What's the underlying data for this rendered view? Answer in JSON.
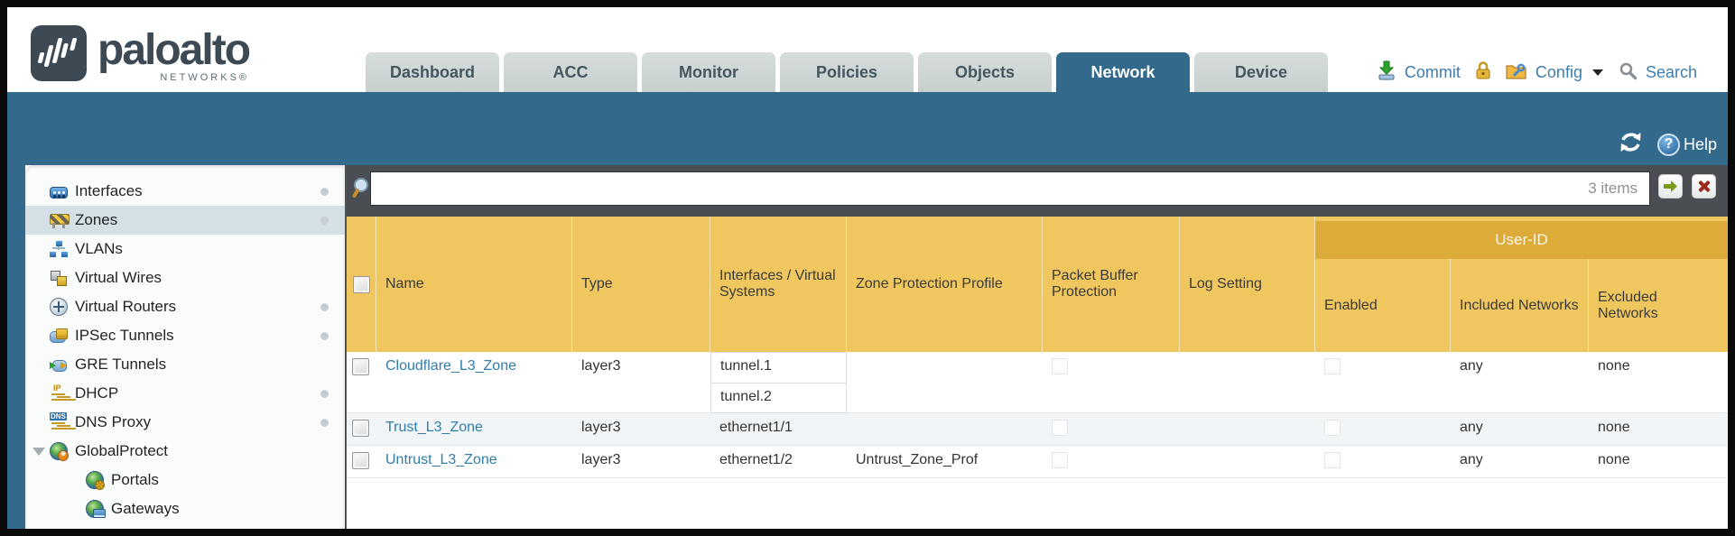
{
  "header": {
    "brand": "paloalto",
    "brand_sub": "NETWORKS®",
    "tabs": [
      {
        "label": "Dashboard",
        "active": false
      },
      {
        "label": "ACC",
        "active": false
      },
      {
        "label": "Monitor",
        "active": false
      },
      {
        "label": "Policies",
        "active": false
      },
      {
        "label": "Objects",
        "active": false
      },
      {
        "label": "Network",
        "active": true
      },
      {
        "label": "Device",
        "active": false
      }
    ],
    "actions": {
      "commit": "Commit",
      "config": "Config",
      "search": "Search"
    }
  },
  "toolbar": {
    "help": "Help",
    "help_glyph": "?"
  },
  "sidebar": {
    "items": [
      {
        "label": "Interfaces",
        "has_dot": true,
        "selected": false
      },
      {
        "label": "Zones",
        "has_dot": true,
        "selected": true
      },
      {
        "label": "VLANs",
        "has_dot": false,
        "selected": false
      },
      {
        "label": "Virtual Wires",
        "has_dot": false,
        "selected": false
      },
      {
        "label": "Virtual Routers",
        "has_dot": true,
        "selected": false
      },
      {
        "label": "IPSec Tunnels",
        "has_dot": true,
        "selected": false
      },
      {
        "label": "GRE Tunnels",
        "has_dot": false,
        "selected": false
      },
      {
        "label": "DHCP",
        "has_dot": true,
        "selected": false
      },
      {
        "label": "DNS Proxy",
        "has_dot": true,
        "selected": false
      },
      {
        "label": "GlobalProtect",
        "has_dot": false,
        "selected": false,
        "expanded": true
      },
      {
        "label": "Portals",
        "has_dot": false,
        "selected": false,
        "child": true
      },
      {
        "label": "Gateways",
        "has_dot": false,
        "selected": false,
        "child": true
      }
    ]
  },
  "filter": {
    "value": "",
    "count": "3 items"
  },
  "table": {
    "group_header": "User-ID",
    "columns": [
      "Name",
      "Type",
      "Interfaces / Virtual Systems",
      "Zone Protection Profile",
      "Packet Buffer Protection",
      "Log Setting",
      "Enabled",
      "Included Networks",
      "Excluded Networks"
    ],
    "rows": [
      {
        "name": "Cloudflare_L3_Zone",
        "type": "layer3",
        "interfaces": [
          "tunnel.1",
          "tunnel.2"
        ],
        "zone_protection_profile": "",
        "log_setting": "",
        "included_networks": "any",
        "excluded_networks": "none"
      },
      {
        "name": "Trust_L3_Zone",
        "type": "layer3",
        "interfaces": [
          "ethernet1/1"
        ],
        "zone_protection_profile": "",
        "log_setting": "",
        "included_networks": "any",
        "excluded_networks": "none"
      },
      {
        "name": "Untrust_L3_Zone",
        "type": "layer3",
        "interfaces": [
          "ethernet1/2"
        ],
        "zone_protection_profile": "Untrust_Zone_Prof",
        "log_setting": "",
        "included_networks": "any",
        "excluded_networks": "none"
      }
    ]
  },
  "colors": {
    "teal_band": "#336a8c",
    "filter_bar": "#4a4e53",
    "table_header": "#f0c75f",
    "userid_band": "#dcab3a",
    "link": "#2e7ea8",
    "sidebar_selected": "#d5dfe6"
  }
}
